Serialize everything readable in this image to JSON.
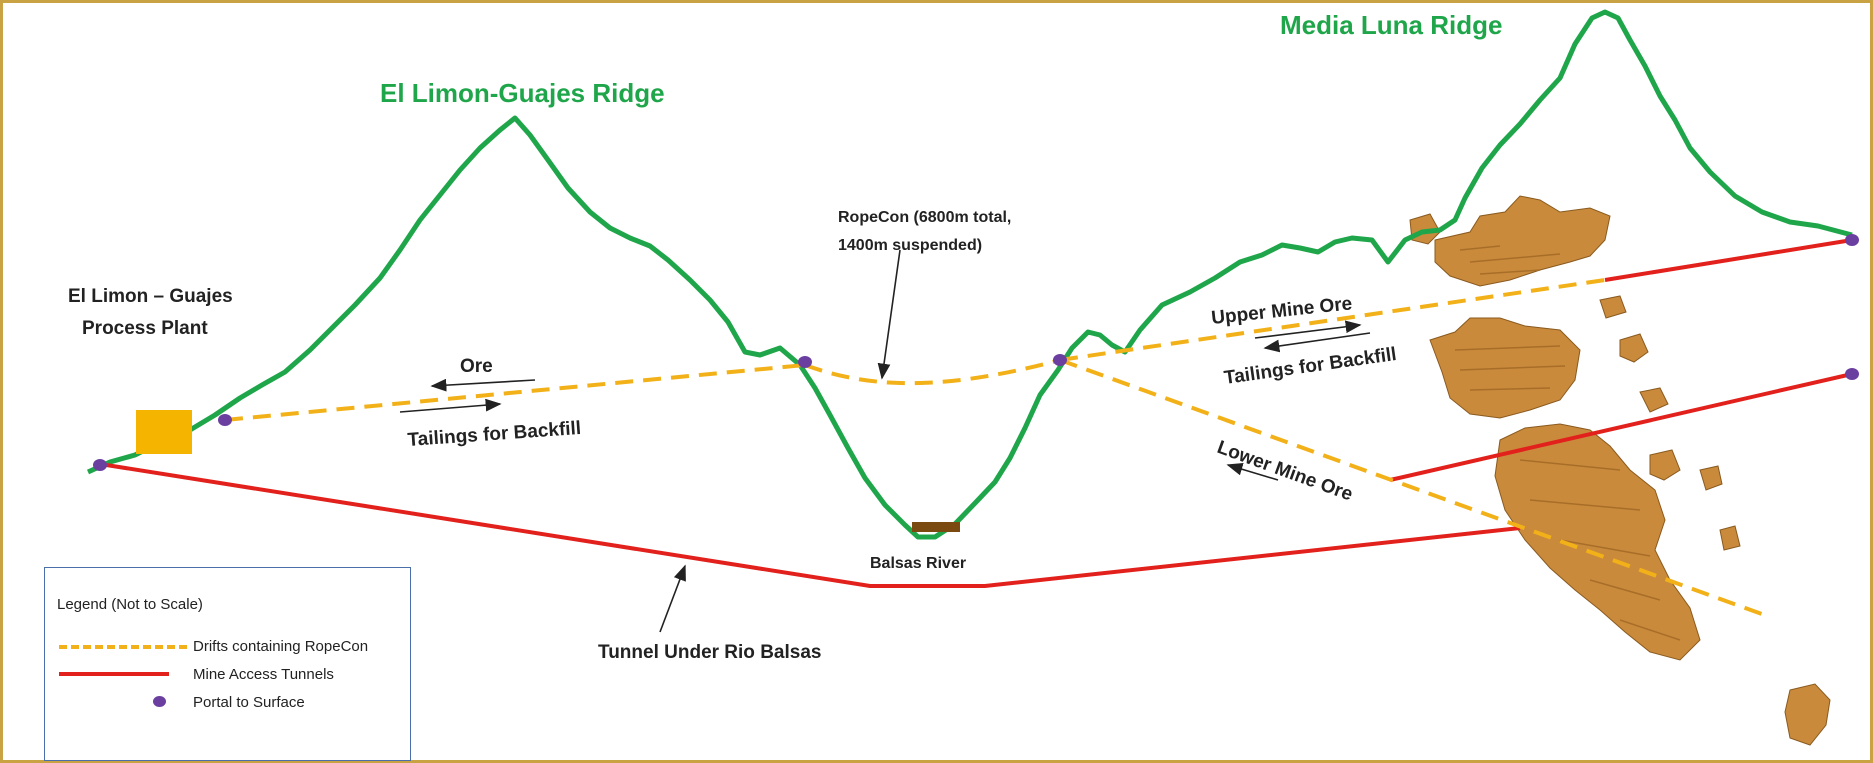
{
  "ridges": {
    "left": "El Limon-Guajes Ridge",
    "right": "Media Luna Ridge"
  },
  "labels": {
    "plant_line1": "El Limon – Guajes",
    "plant_line2": "Process Plant",
    "ropecon_line1": "RopeCon (6800m total,",
    "ropecon_line2": "1400m suspended)",
    "ore": "Ore",
    "tailings_left": "Tailings for Backfill",
    "upper_mine_ore": "Upper Mine Ore",
    "tailings_right": "Tailings for Backfill",
    "lower_mine_ore": "Lower Mine Ore",
    "balsas_river": "Balsas River",
    "tunnel": "Tunnel Under Rio Balsas"
  },
  "legend": {
    "title": "Legend (Not to Scale)",
    "items": [
      {
        "symbol": "dashed-line",
        "label": "Drifts containing RopeCon"
      },
      {
        "symbol": "solid-line",
        "label": "Mine Access Tunnels"
      },
      {
        "symbol": "dot",
        "label": "Portal to Surface"
      }
    ]
  },
  "colors": {
    "terrain": "#1fa64a",
    "ropecon_drift": "#f2b118",
    "access_tunnel": "#e2211c",
    "portal": "#6b3fa0",
    "plant": "#f5b400",
    "ore_body": "#c98a3c",
    "river": "#7a4a10",
    "frame": "#c9a244",
    "legend_border": "#4b6fa8"
  }
}
